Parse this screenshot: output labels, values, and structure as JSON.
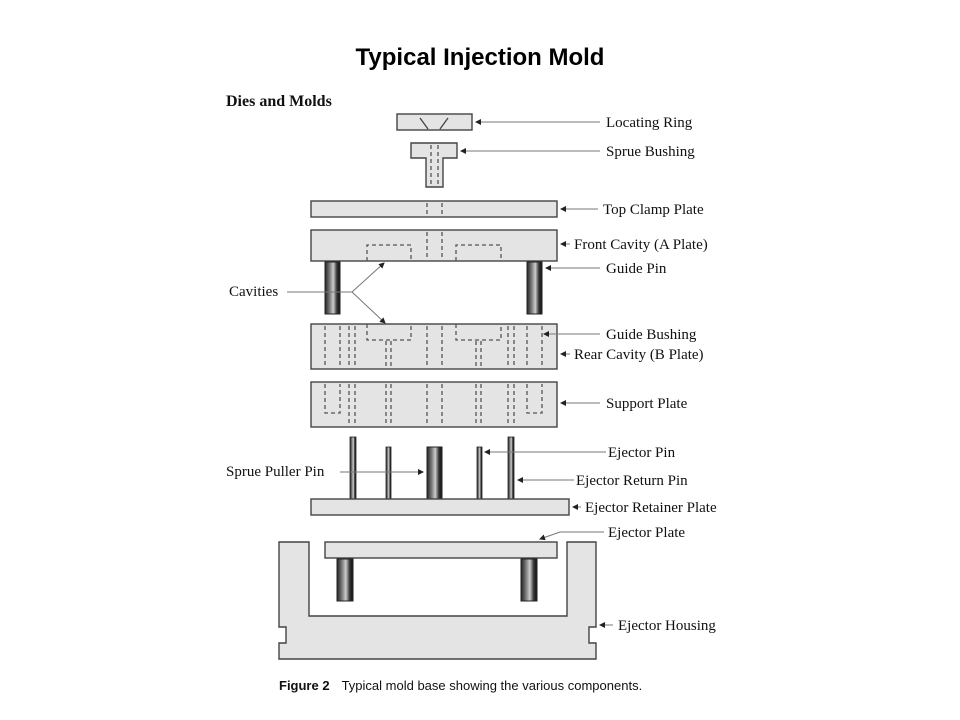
{
  "slide": {
    "title": "Typical Injection Mold"
  },
  "figure": {
    "section_heading": "Dies and Molds",
    "caption_label": "Figure 2",
    "caption_text": "Typical mold base showing the various components.",
    "colors": {
      "plate_fill": "#e4e4e4",
      "outline": "#444444",
      "pin_dark": "#222222"
    },
    "components": [
      {
        "id": "locating-ring",
        "label": "Locating Ring"
      },
      {
        "id": "sprue-bushing",
        "label": "Sprue Bushing"
      },
      {
        "id": "top-clamp-plate",
        "label": "Top Clamp Plate"
      },
      {
        "id": "front-cavity",
        "label": "Front Cavity (A Plate)"
      },
      {
        "id": "guide-pin",
        "label": "Guide Pin"
      },
      {
        "id": "cavities",
        "label": "Cavities"
      },
      {
        "id": "guide-bushing",
        "label": "Guide Bushing"
      },
      {
        "id": "rear-cavity",
        "label": "Rear Cavity (B Plate)"
      },
      {
        "id": "support-plate",
        "label": "Support Plate"
      },
      {
        "id": "ejector-pin",
        "label": "Ejector Pin"
      },
      {
        "id": "sprue-puller-pin",
        "label": "Sprue Puller Pin"
      },
      {
        "id": "ejector-return-pin",
        "label": "Ejector Return Pin"
      },
      {
        "id": "ejector-retainer-plate",
        "label": "Ejector Retainer Plate"
      },
      {
        "id": "ejector-plate",
        "label": "Ejector Plate"
      },
      {
        "id": "ejector-housing",
        "label": "Ejector Housing"
      }
    ]
  }
}
